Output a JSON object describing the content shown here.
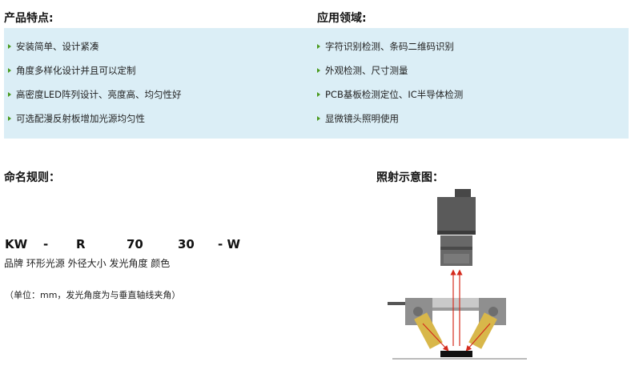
{
  "features": {
    "title": "产品特点:",
    "items": [
      "安装简单、设计紧凑",
      "角度多样化设计并且可以定制",
      "高密度LED阵列设计、亮度高、均匀性好",
      "可选配漫反射板增加光源均匀性"
    ]
  },
  "applications": {
    "title": "应用领域:",
    "items": [
      "字符识别检测、条码二维码识别",
      "外观检测、尺寸测量",
      "PCB基板检测定位、IC半导体检测",
      "显微镜头照明使用"
    ]
  },
  "naming": {
    "title": "命名规则：",
    "code_parts": [
      "KW",
      "-",
      "R",
      "70",
      "30",
      "- W"
    ],
    "legend": "品牌 环形光源 外径大小 发光角度 颜色",
    "note": "（单位：mm，发光角度为与垂直轴线夹角）"
  },
  "diagram": {
    "title": "照射示意图：",
    "colors": {
      "camera_body": "#5a5a5a",
      "camera_top": "#474747",
      "housing": "#8f8f8f",
      "led": "#d8b74a",
      "ray": "#d42a1c",
      "base": "#111111"
    }
  }
}
